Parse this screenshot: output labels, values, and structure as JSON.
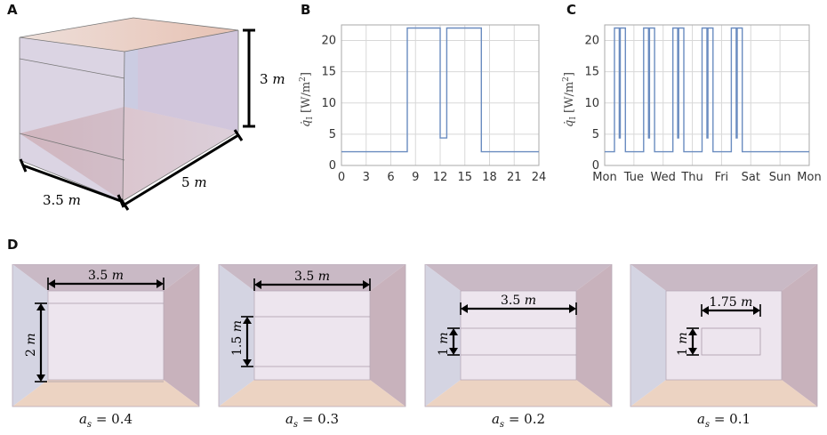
{
  "panels": {
    "a": "A",
    "b": "B",
    "c": "C",
    "d": "D"
  },
  "box": {
    "height": "3",
    "width": "3.5",
    "depth": "5",
    "unit": "m"
  },
  "colors": {
    "plot_line": "#6a8cc0",
    "grid": "#d8d8d8",
    "wall_left": "#d4d4e2",
    "wall_right": "#c8b2bc",
    "wall_top": "#c9b9c5",
    "floor": "#ecd3c2",
    "back_wall": "#ede5ee"
  },
  "chart_data": [
    {
      "type": "line",
      "ylabel_symbol": "q̇",
      "ylabel_sub": "I",
      "ylabel_unit": "[W/m",
      "ylabel_exp": "2",
      "ylabel_close": "]",
      "xlim": [
        0,
        24
      ],
      "ylim": [
        0,
        22.5
      ],
      "xticks": [
        "0",
        "3",
        "6",
        "9",
        "12",
        "15",
        "18",
        "21",
        "24"
      ],
      "yticks": [
        "0",
        "5",
        "10",
        "15",
        "20"
      ],
      "grid": true,
      "series": [
        {
          "x": [
            0,
            8,
            8,
            12,
            12,
            12.8,
            12.8,
            17,
            17,
            24
          ],
          "y": [
            2.2,
            2.2,
            22,
            22,
            4.4,
            4.4,
            22,
            22,
            2.2,
            2.2
          ]
        }
      ]
    },
    {
      "type": "line",
      "ylabel_symbol": "q̇",
      "ylabel_sub": "I",
      "ylabel_unit": "[W/m",
      "ylabel_exp": "2",
      "ylabel_close": "]",
      "xlim": [
        0,
        7
      ],
      "ylim": [
        0,
        22.5
      ],
      "xticks": [
        "Mon",
        "Tue",
        "Wed",
        "Thu",
        "Fri",
        "Sat",
        "Sun",
        "Mon"
      ],
      "yticks": [
        "0",
        "5",
        "10",
        "15",
        "20"
      ],
      "grid": true,
      "series": [
        {
          "days": 5,
          "daily_x": [
            0,
            8,
            8,
            12,
            12,
            12.8,
            12.8,
            17,
            17,
            24
          ],
          "daily_y": [
            2.2,
            2.2,
            22,
            22,
            4.4,
            4.4,
            22,
            22,
            2.2,
            2.2
          ],
          "weekend_y": 2.2
        }
      ]
    }
  ],
  "rooms": [
    {
      "window_width": "3.5",
      "window_height": "2",
      "unit": "m",
      "label": "a",
      "label_sub": "s",
      "ratio": "= 0.4"
    },
    {
      "window_width": "3.5",
      "window_height": "1.5",
      "unit": "m",
      "label": "a",
      "label_sub": "s",
      "ratio": "= 0.3"
    },
    {
      "window_width": "3.5",
      "window_height": "1",
      "unit": "m",
      "label": "a",
      "label_sub": "s",
      "ratio": "= 0.2"
    },
    {
      "window_width": "1.75",
      "window_height": "1",
      "unit": "m",
      "label": "a",
      "label_sub": "s",
      "ratio": "= 0.1"
    }
  ]
}
